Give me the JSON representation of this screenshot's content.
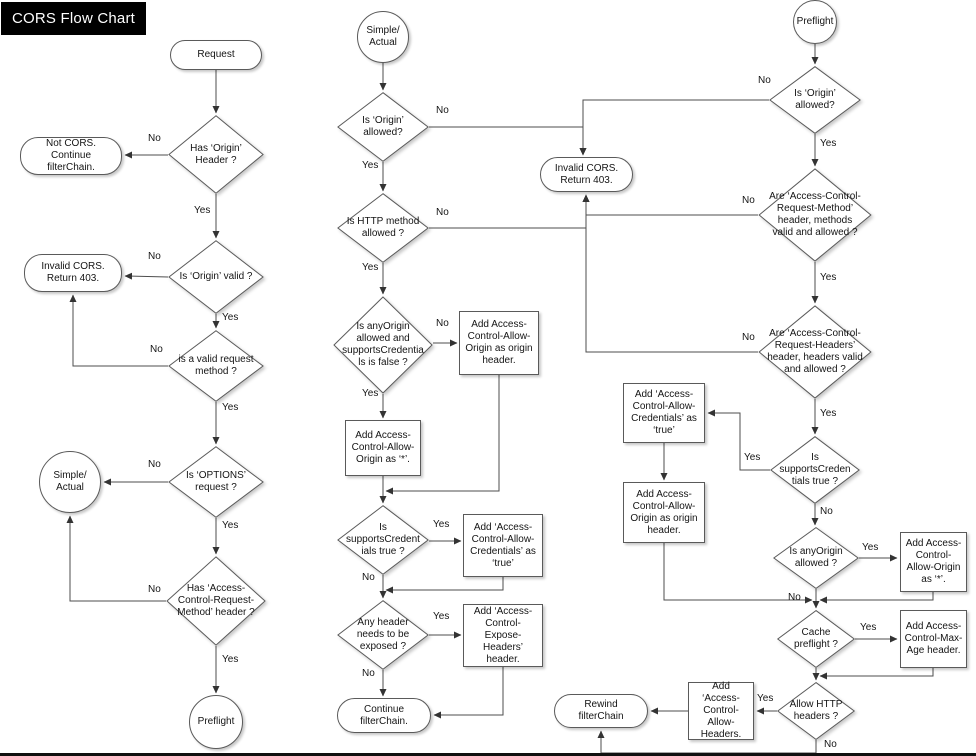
{
  "title": "CORS Flow Chart",
  "labels": {
    "yes": "Yes",
    "no": "No"
  },
  "col1": {
    "request": "Request",
    "has_origin_header": "Has ‘Origin’ Header ?",
    "not_cors": "Not CORS. Continue filterChain.",
    "is_origin_valid": "Is ‘Origin’ valid ?",
    "invalid_cors": "Invalid CORS. Return 403.",
    "is_valid_request_method": "is a valid request method ?",
    "is_options_request": "Is ‘OPTIONS’ request ?",
    "simple_actual": "Simple/ Actual",
    "has_acrm_header": "Has ‘Access-Control-Request-Method’ header ?",
    "preflight": "Preflight"
  },
  "col2": {
    "simple_actual": "Simple/ Actual",
    "is_origin_allowed": "Is ‘Origin’ allowed?",
    "invalid_cors": "Invalid CORS. Return 403.",
    "is_http_method_allowed": "Is HTTP method allowed ?",
    "is_anyorigin_and_cred_false": "Is anyOrigin allowed and supportsCredentials is false ?",
    "add_acao_origin": "Add Access-Control-Allow-Origin as origin header.",
    "add_acao_star": "Add Access-Control-Allow-Origin as ‘*’.",
    "is_supports_credentials": "Is supportsCredentials true ?",
    "add_acac_true": "Add ‘Access-Control-Allow-Credentials’ as ‘true’",
    "any_header_exposed": "Any header needs to be exposed ?",
    "add_expose_headers": "Add ‘Access-Control-Expose-Headers’ header.",
    "continue_filterchain": "Continue filterChain."
  },
  "col3": {
    "preflight": "Preflight",
    "is_origin_allowed": "Is ‘Origin’ allowed?",
    "acrm_valid": "Are ‘Access-Control-Request-Method’ header, methods valid and allowed ?",
    "acrh_valid": "Are ‘Access-Control-Request-Headers’ header, headers valid and allowed ?",
    "is_supports_credentials": "Is supportsCredentials true ?",
    "add_acac_true": "Add ‘Access-Control-Allow-Credentials’ as ‘true’",
    "add_acao_origin": "Add Access-Control-Allow-Origin as origin header.",
    "is_anyorigin_allowed": "Is anyOrigin allowed ?",
    "add_acao_star": "Add Access-Control-Allow-Origin as ‘*’.",
    "cache_preflight": "Cache preflight ?",
    "add_max_age": "Add Access-Control-Max-Age header.",
    "allow_http_headers": "Allow HTTP headers ?",
    "add_allow_headers": "Add ‘Access-Control-Allow-Headers.",
    "rewind_filterchain": "Rewind filterChain"
  }
}
